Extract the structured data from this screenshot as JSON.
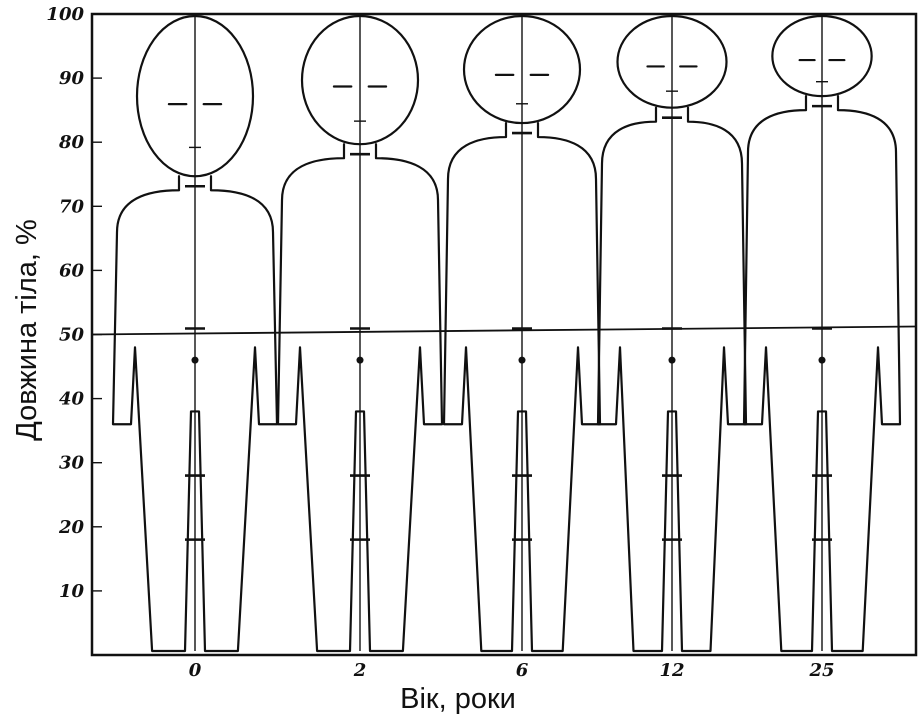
{
  "y_axis": {
    "title": "Довжина тіла, %",
    "ticks": [
      "10",
      "20",
      "30",
      "40",
      "50",
      "60",
      "70",
      "80",
      "90",
      "100"
    ]
  },
  "x_axis": {
    "title": "Вік, роки",
    "ticks": [
      "0",
      "2",
      "6",
      "12",
      "25"
    ]
  },
  "figures": [
    {
      "age": "0",
      "head_ratio": 0.25
    },
    {
      "age": "2",
      "head_ratio": 0.2
    },
    {
      "age": "6",
      "head_ratio": 0.167
    },
    {
      "age": "12",
      "head_ratio": 0.143
    },
    {
      "age": "25",
      "head_ratio": 0.125
    }
  ]
}
